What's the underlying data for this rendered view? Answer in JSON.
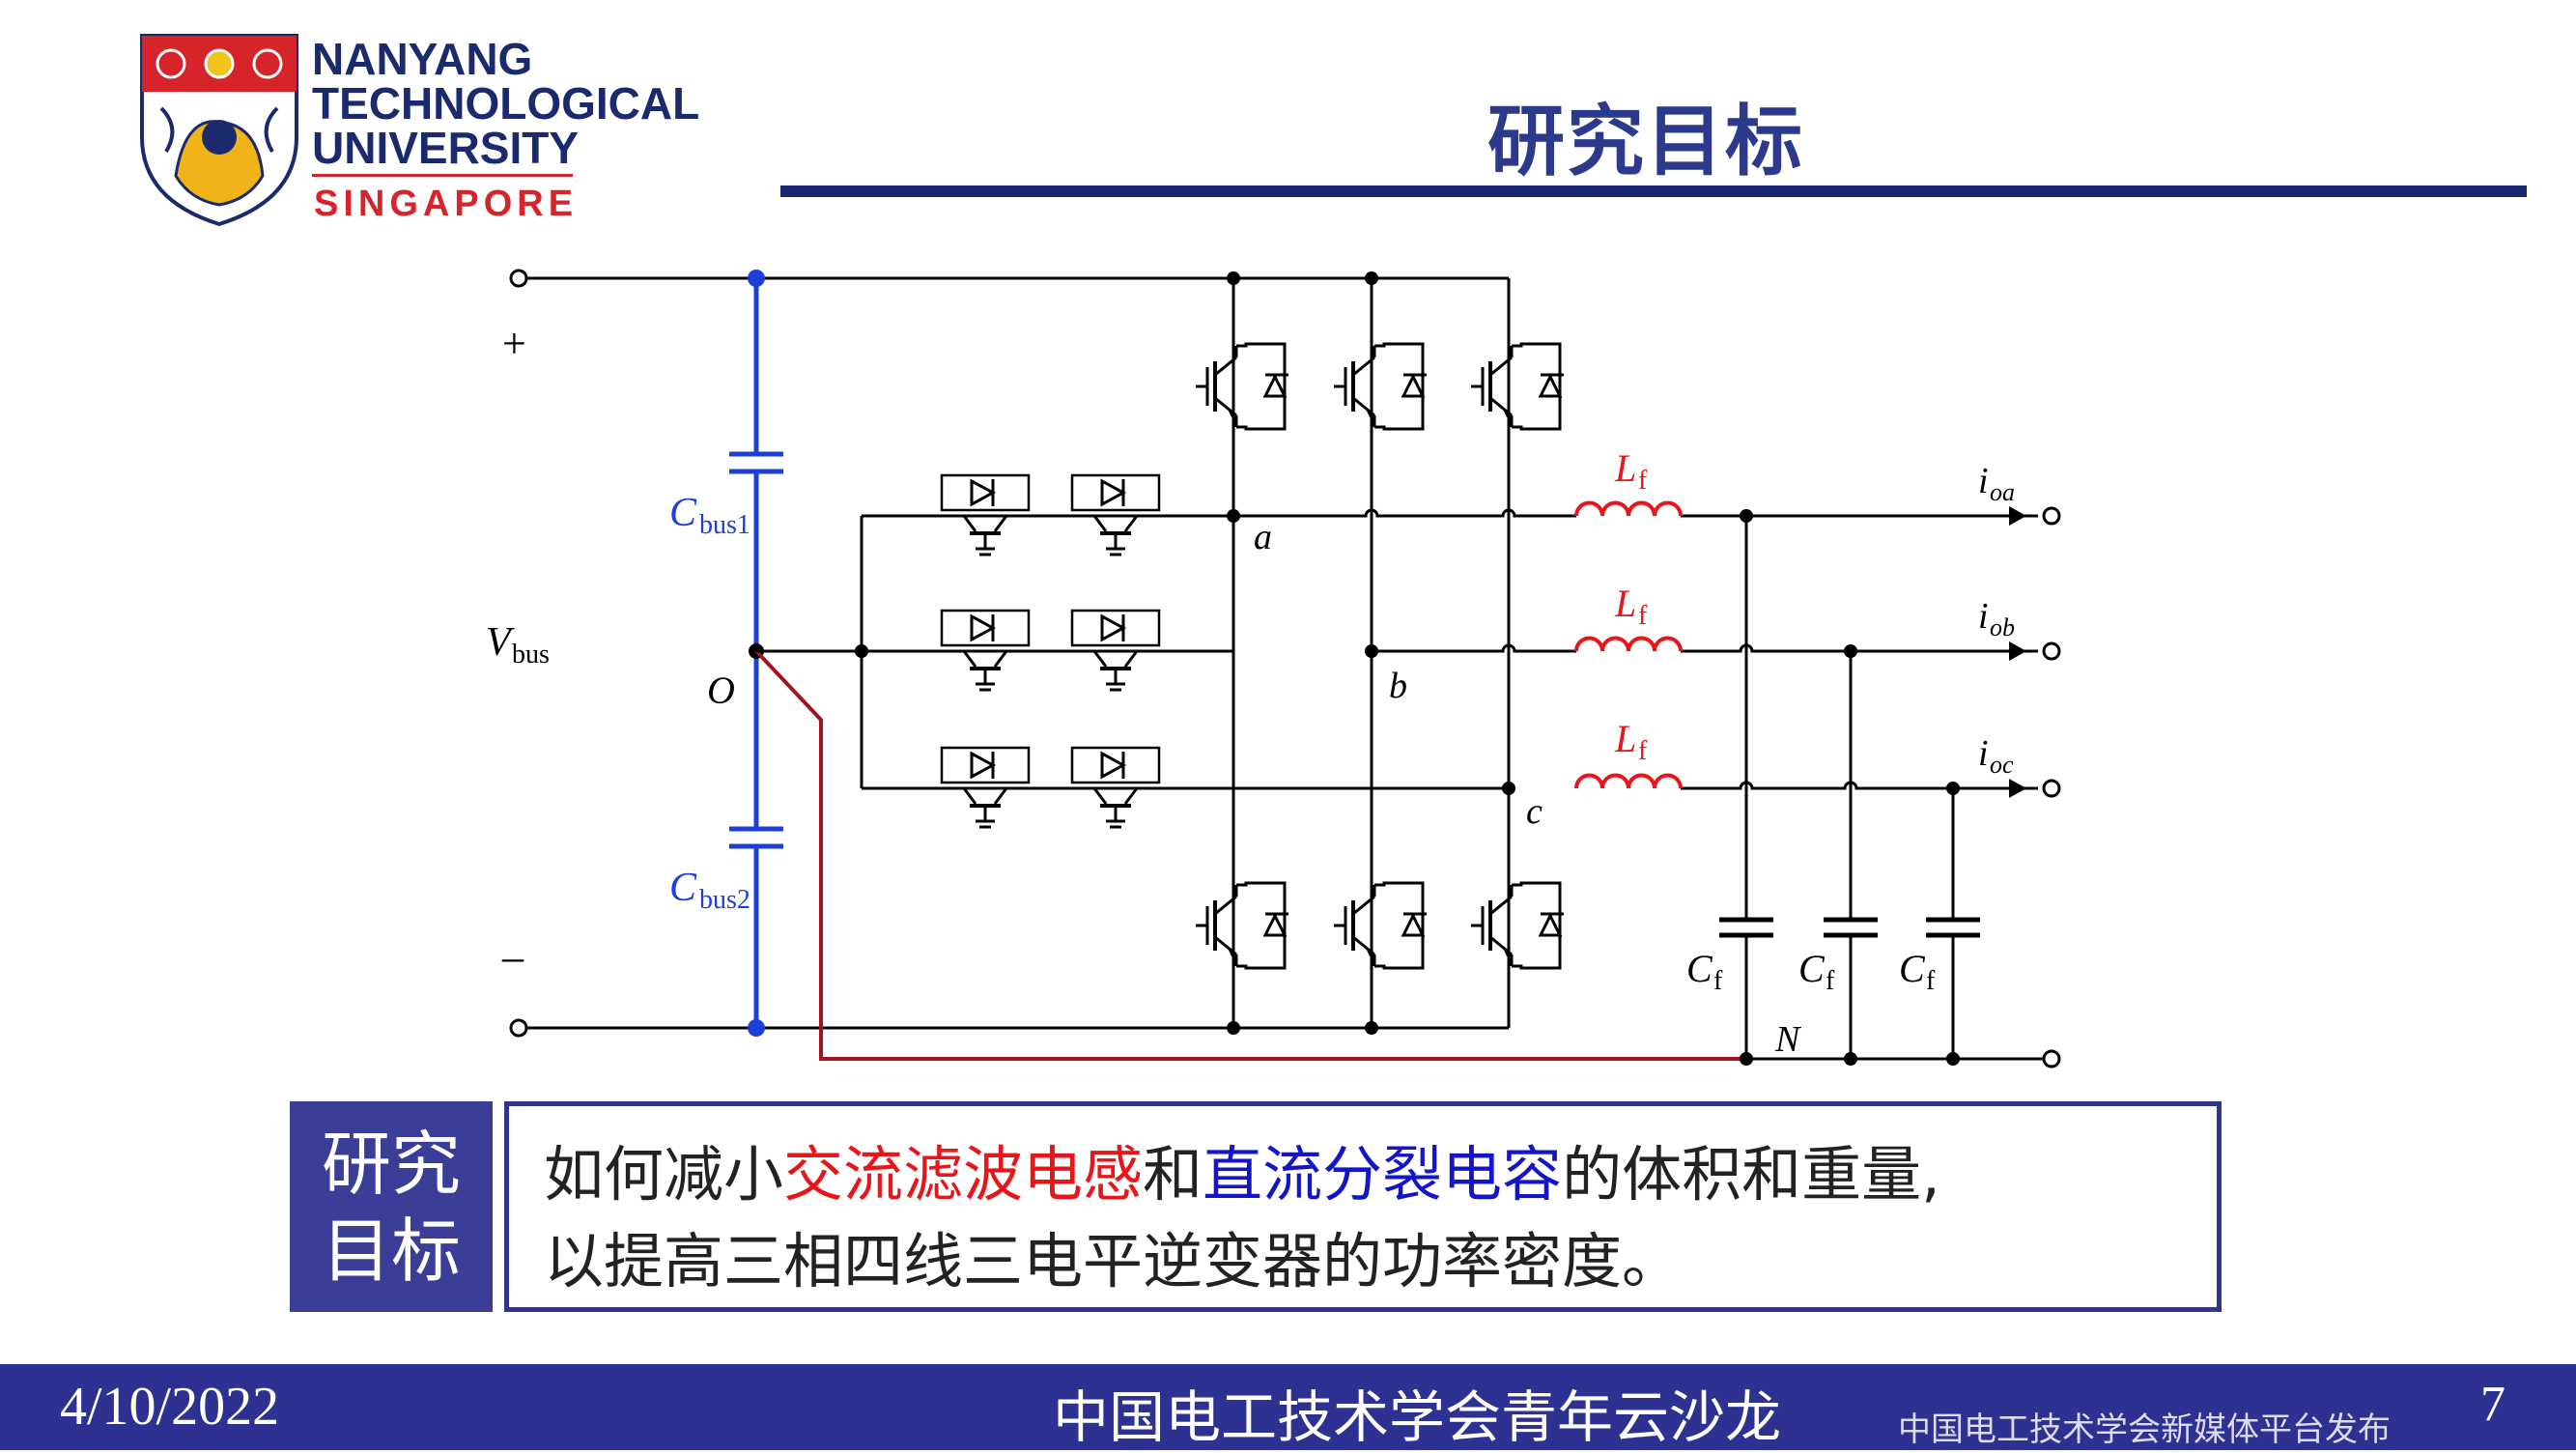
{
  "header": {
    "university_line1": "NANYANG",
    "university_line2": "TECHNOLOGICAL",
    "university_line3": "UNIVERSITY",
    "university_line4": "SINGAPORE",
    "slide_title": "研究目标"
  },
  "diagram": {
    "plus": "+",
    "minus": "–",
    "vbus_main": "V",
    "vbus_sub": "bus",
    "cbus1_main": "C",
    "cbus1_sub": "bus1",
    "cbus2_main": "C",
    "cbus2_sub": "bus2",
    "node_o": "O",
    "node_a": "a",
    "node_b": "b",
    "node_c": "c",
    "node_n": "N",
    "lf_main": "L",
    "lf_sub": "f",
    "cf_main": "C",
    "cf_sub": "f",
    "i_main": "i",
    "i_oa_sub": "oa",
    "i_ob_sub": "ob",
    "i_oc_sub": "oc"
  },
  "goal": {
    "label_line1": "研究",
    "label_line2": "目标",
    "seg1": "如何减小",
    "seg2": "交流滤波电感",
    "seg3": "和",
    "seg4": "直流分裂电容",
    "seg5": "的体积和重量,",
    "line2": "以提高三相四线三电平逆变器的功率密度。"
  },
  "footer": {
    "date": "4/10/2022",
    "org": "中国电工技术学会青年云沙龙",
    "publisher": "中国电工技术学会新媒体平台发布",
    "page": "7"
  },
  "colors": {
    "navy": "#2d3191",
    "title_blue": "#2b3a8c",
    "highlight_red": "#e8161a",
    "highlight_blue": "#1414c8",
    "bus_blue": "#1c3fd8",
    "neutral_dark_red": "#a0141e",
    "inductor_red": "#e8161a"
  }
}
